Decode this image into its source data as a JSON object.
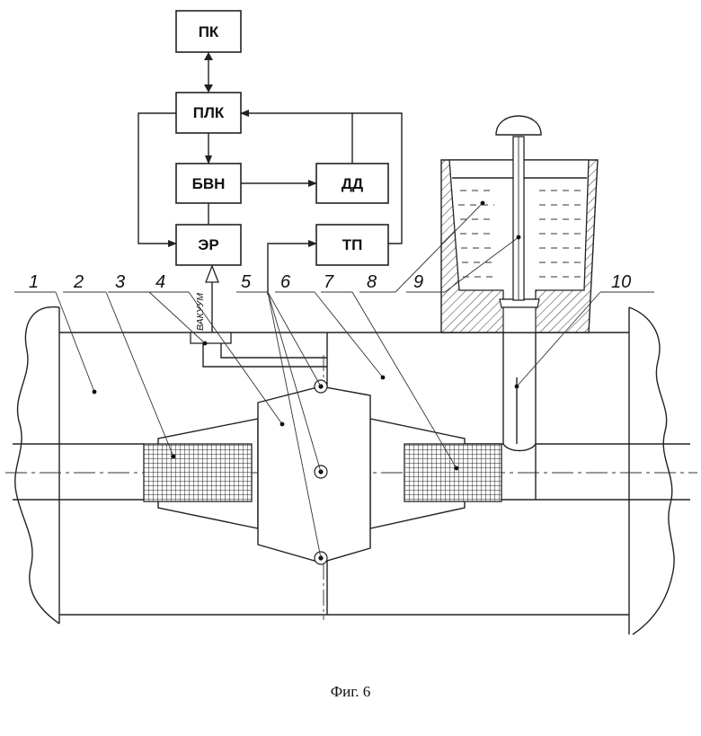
{
  "blocks": {
    "pk": "ПК",
    "plk": "ПЛК",
    "bvn": "БВН",
    "dd": "ДД",
    "er": "ЭР",
    "tp": "ТП"
  },
  "vacuum_label": "ВАКУУМ",
  "callouts": [
    "1",
    "2",
    "3",
    "4",
    "5",
    "6",
    "7",
    "8",
    "9",
    "10"
  ],
  "caption": "Фиг. 6"
}
